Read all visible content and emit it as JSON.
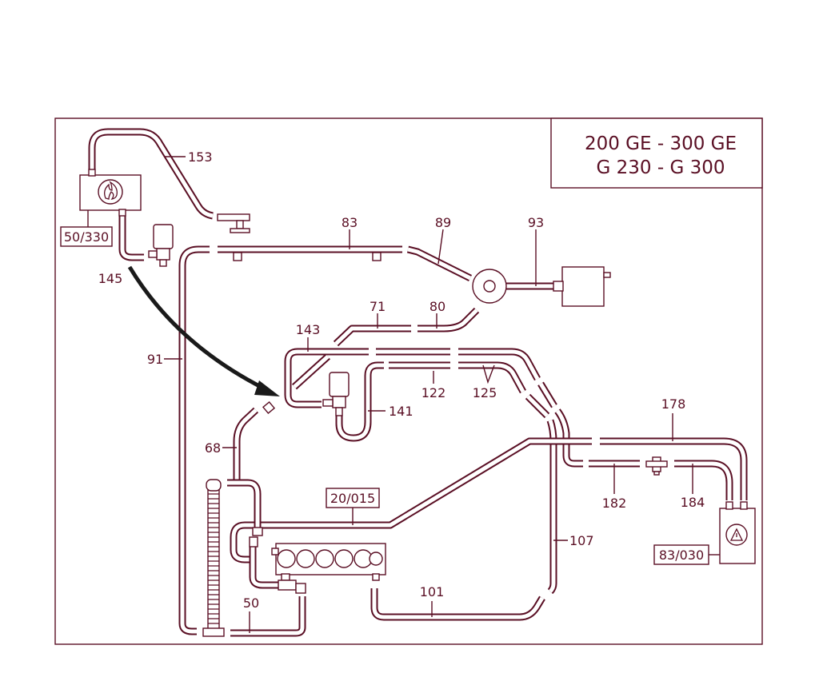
{
  "title": {
    "line1": "200 GE - 300 GE",
    "line2": "G 230 - G 300"
  },
  "boxed_refs": [
    "50/330",
    "20/015",
    "83/030"
  ],
  "part_numbers": [
    "153",
    "83",
    "89",
    "93",
    "145",
    "71",
    "80",
    "143",
    "91",
    "122",
    "125",
    "141",
    "178",
    "68",
    "182",
    "184",
    "107",
    "101",
    "50"
  ],
  "colors": {
    "ink": "#5a0f24",
    "background": "#ffffff"
  },
  "icons": [
    "fuel-flame-icon",
    "warning-triangle-icon"
  ]
}
